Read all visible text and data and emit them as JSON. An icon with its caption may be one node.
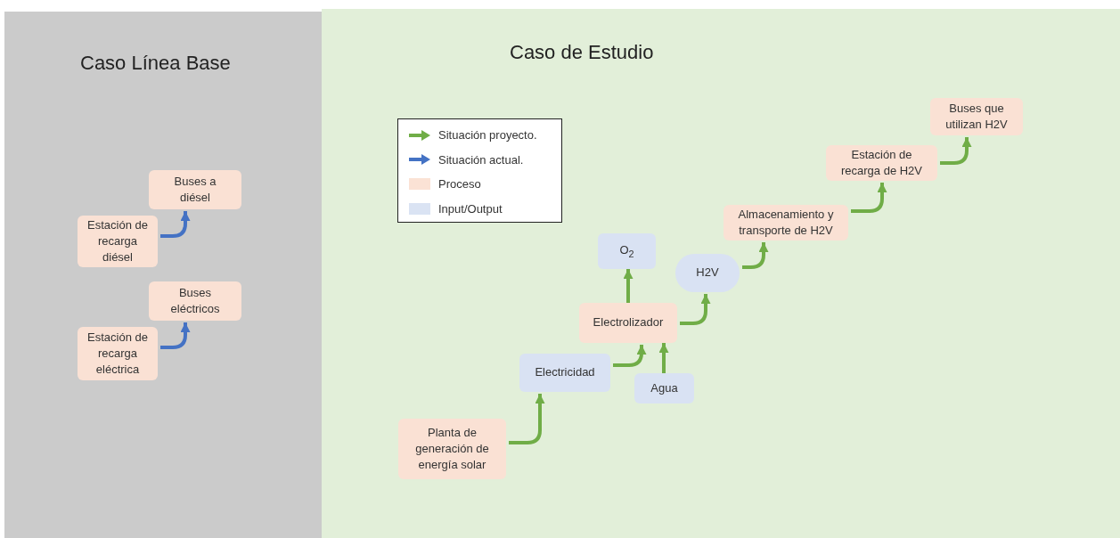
{
  "diagram": {
    "nodes": [
      {
        "text": [
          "Caso Línea Base"
        ]
      },
      {
        "text": [
          "Estación de recarga diésel"
        ],
        "in": 0
      },
      {
        "text": [
          "Buses a diésel"
        ],
        "in": 0
      },
      {
        "text": [
          "Estación de recarga eléctrica"
        ],
        "in": 0
      },
      {
        "text": [
          "Buses eléctricos"
        ],
        "in": 0
      },
      {
        "text": [
          "Caso de Estudio"
        ]
      },
      {
        "text": [
          "Planta de generación de energía solar"
        ],
        "in": 5
      },
      {
        "text": [
          "Electricidad"
        ],
        "in": 5
      },
      {
        "text": [
          "Agua"
        ],
        "in": 5
      },
      {
        "text": [
          "Electrolizador"
        ],
        "in": 5
      },
      {
        "text": [
          "O$_{2}$"
        ],
        "in": 5
      },
      {
        "text": [
          "H2V"
        ],
        "in": 5
      },
      {
        "text": [
          "Almacenamiento y transporte de H2V"
        ],
        "in": 5
      },
      {
        "text": [
          "Estación de recarga de H2V"
        ],
        "in": 5
      },
      {
        "text": [
          "Buses que utilizan H2V"
        ],
        "in": 5
      }
    ],
    "edges": [
      {
        "from": 1,
        "to": 2,
        "arrow": "to",
        "color": "#4472c4"
      },
      {
        "from": 3,
        "to": 4,
        "arrow": "to",
        "color": "#4472c4"
      },
      {
        "from": 6,
        "to": 7,
        "arrow": "to"
      },
      {
        "from": 7,
        "to": 9,
        "arrow": "to"
      },
      {
        "from": 8,
        "to": 9,
        "arrow": "to"
      },
      {
        "from": 9,
        "to": 10,
        "arrow": "to"
      },
      {
        "from": 9,
        "to": 11,
        "arrow": "to"
      },
      {
        "from": 11,
        "to": 12,
        "arrow": "to"
      },
      {
        "from": 12,
        "to": 13,
        "arrow": "to"
      },
      {
        "from": 13,
        "to": 14,
        "arrow": "to"
      }
    ],
    "legend": [
      {
        "text": "Situación proyecto."
      },
      {
        "text": "Situación actual."
      },
      {
        "text": "Proceso",
        "color": "#fbe2d5"
      },
      {
        "text": "Input/Output",
        "color": "#dae3f3"
      }
    ]
  }
}
